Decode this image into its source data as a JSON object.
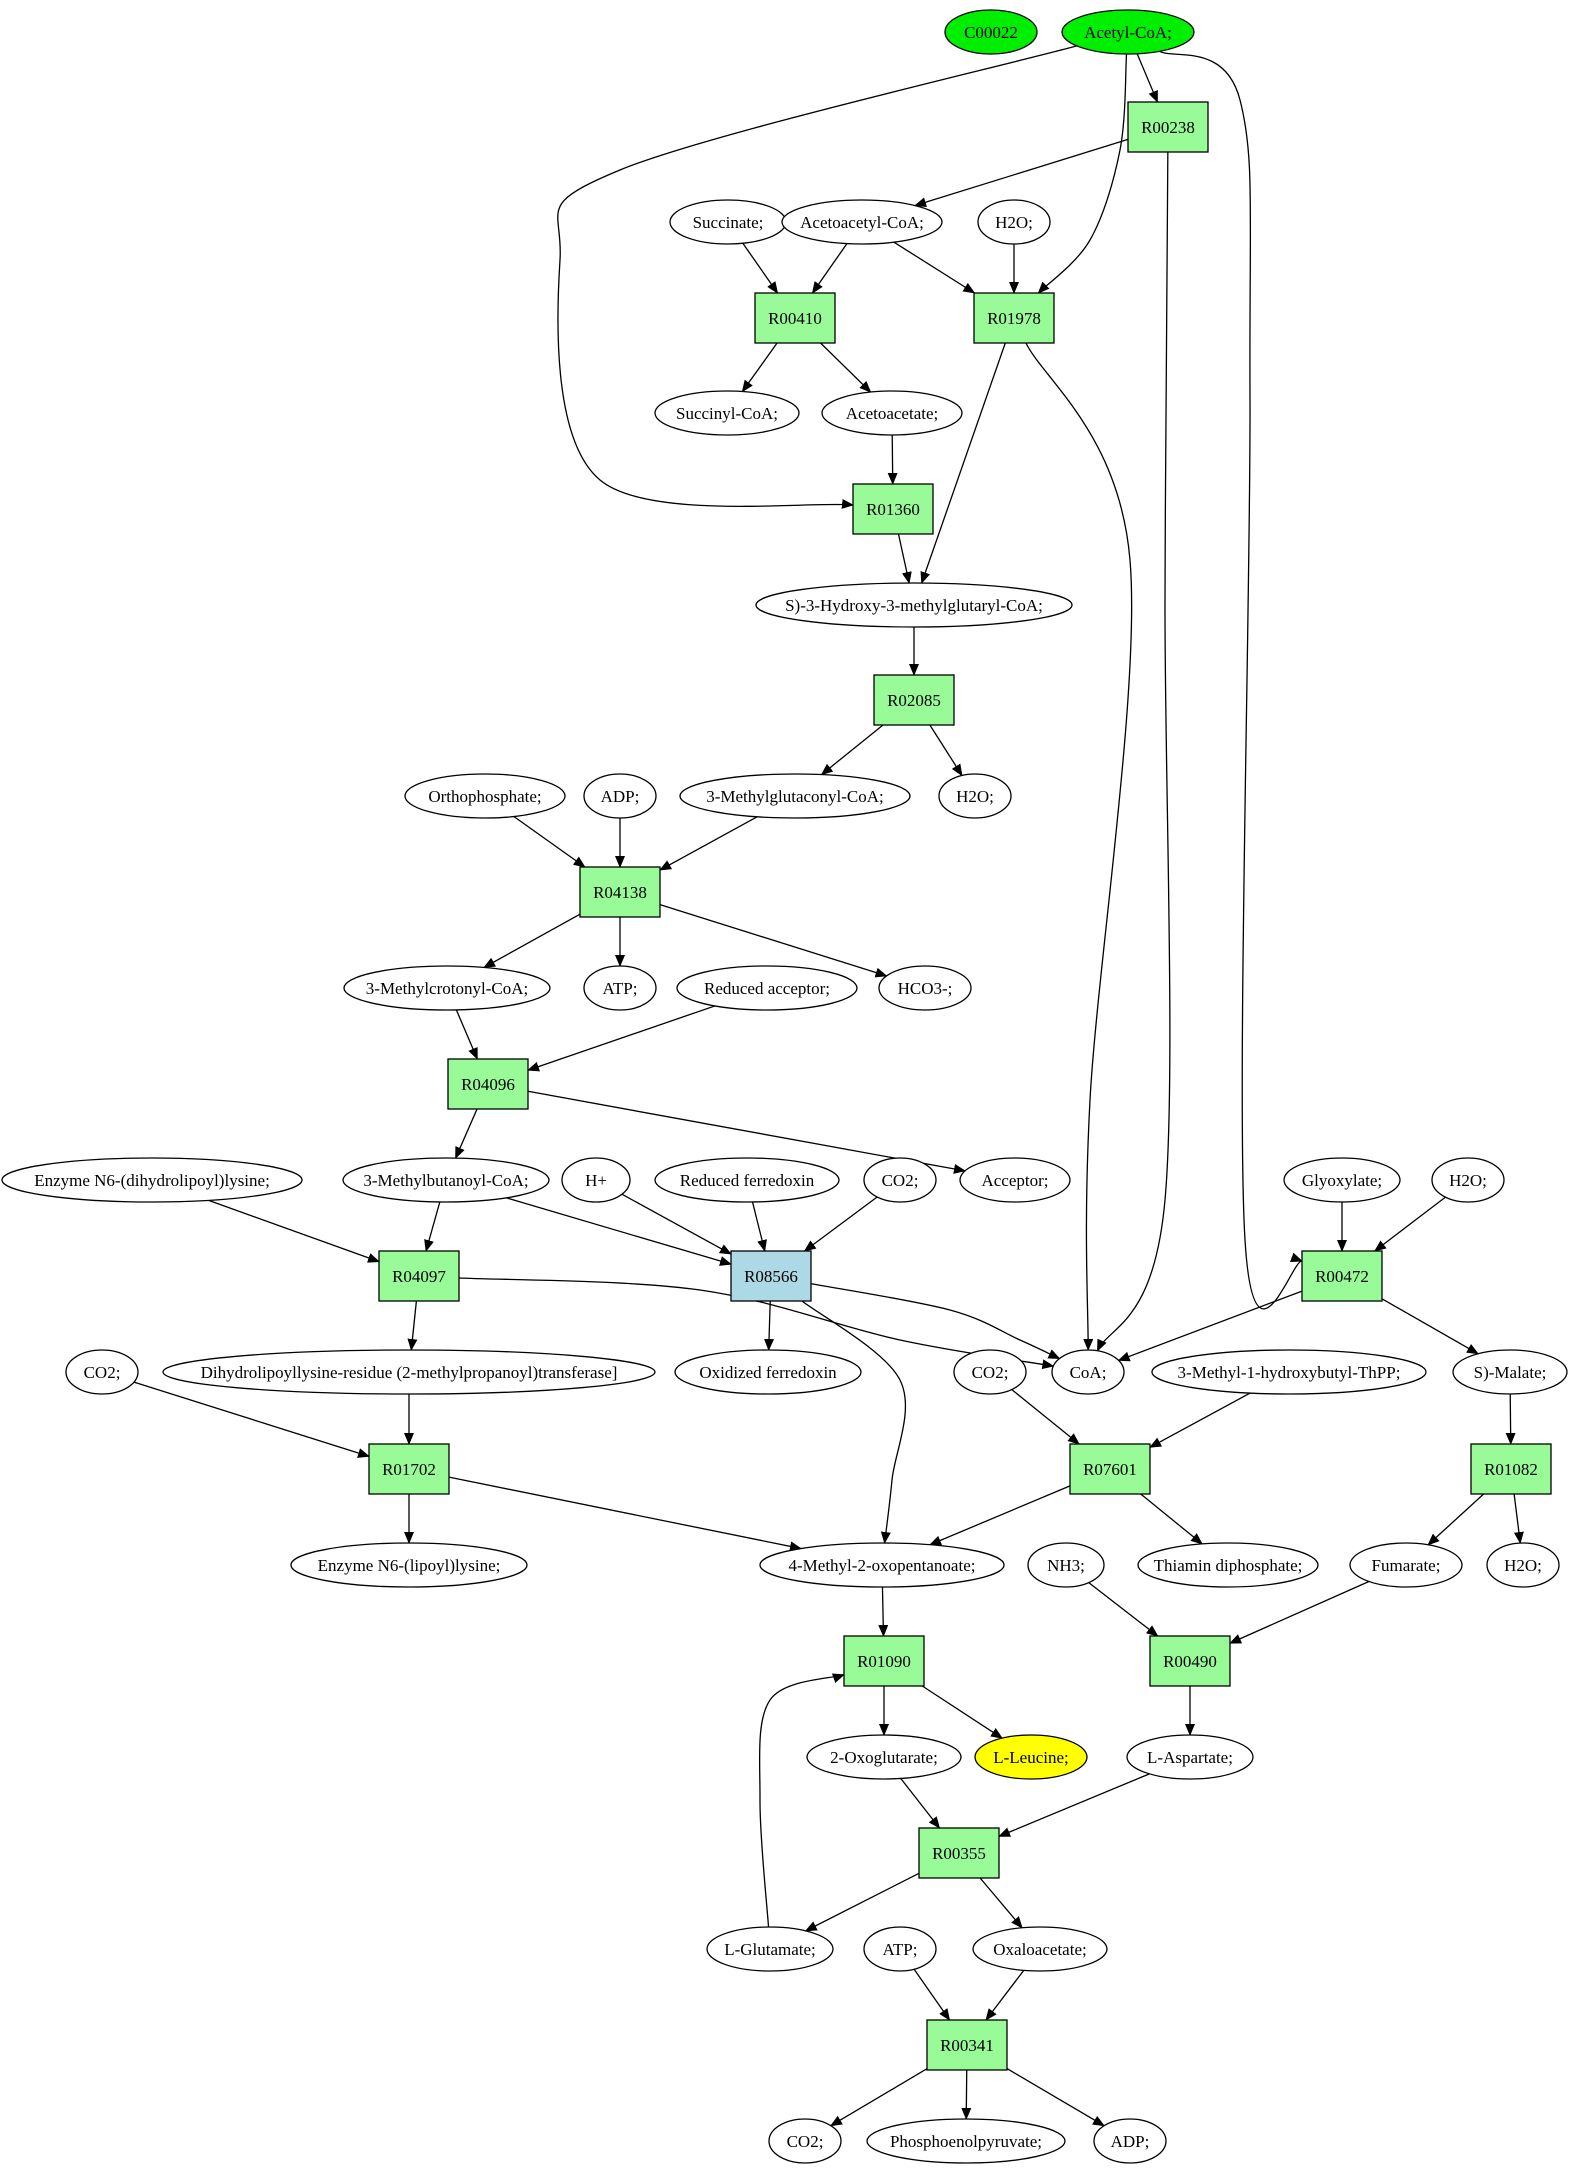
{
  "colors": {
    "compound": "#ffffff",
    "reaction": "#98fb98",
    "reaction_alt": "#add8e6",
    "start": "#00ee00",
    "target": "#ffff00",
    "stroke": "#000000"
  },
  "nodes": [
    {
      "id": "c00022",
      "label": "C00022",
      "kind": "start"
    },
    {
      "id": "acetylcoa",
      "label": "Acetyl-CoA;",
      "kind": "start"
    },
    {
      "id": "r00238",
      "label": "R00238",
      "kind": "reaction"
    },
    {
      "id": "succinate",
      "label": "Succinate;",
      "kind": "compound"
    },
    {
      "id": "acetoacetylcoa",
      "label": "Acetoacetyl-CoA;",
      "kind": "compound"
    },
    {
      "id": "h2o_a",
      "label": "H2O;",
      "kind": "compound"
    },
    {
      "id": "r00410",
      "label": "R00410",
      "kind": "reaction"
    },
    {
      "id": "r01978",
      "label": "R01978",
      "kind": "reaction"
    },
    {
      "id": "succinylcoa",
      "label": "Succinyl-CoA;",
      "kind": "compound"
    },
    {
      "id": "acetoacetate",
      "label": "Acetoacetate;",
      "kind": "compound"
    },
    {
      "id": "r01360",
      "label": "R01360",
      "kind": "reaction"
    },
    {
      "id": "hmgcoa",
      "label": "S)-3-Hydroxy-3-methylglutaryl-CoA;",
      "kind": "compound"
    },
    {
      "id": "r02085",
      "label": "R02085",
      "kind": "reaction"
    },
    {
      "id": "orthophosphate",
      "label": "Orthophosphate;",
      "kind": "compound"
    },
    {
      "id": "adp_a",
      "label": "ADP;",
      "kind": "compound"
    },
    {
      "id": "methylglutaconylcoa",
      "label": "3-Methylglutaconyl-CoA;",
      "kind": "compound"
    },
    {
      "id": "h2o_b",
      "label": "H2O;",
      "kind": "compound"
    },
    {
      "id": "r04138",
      "label": "R04138",
      "kind": "reaction"
    },
    {
      "id": "methylcrotonylcoa",
      "label": "3-Methylcrotonyl-CoA;",
      "kind": "compound"
    },
    {
      "id": "atp_a",
      "label": "ATP;",
      "kind": "compound"
    },
    {
      "id": "reducedacceptor",
      "label": "Reduced acceptor;",
      "kind": "compound"
    },
    {
      "id": "hco3",
      "label": "HCO3-;",
      "kind": "compound"
    },
    {
      "id": "r04096",
      "label": "R04096",
      "kind": "reaction"
    },
    {
      "id": "enzymedihydro",
      "label": "Enzyme N6-(dihydrolipoyl)lysine;",
      "kind": "compound"
    },
    {
      "id": "methylbutanoylcoa",
      "label": "3-Methylbutanoyl-CoA;",
      "kind": "compound"
    },
    {
      "id": "hplus",
      "label": "H+",
      "kind": "compound"
    },
    {
      "id": "reducedferredoxin",
      "label": "Reduced ferredoxin",
      "kind": "compound"
    },
    {
      "id": "co2_a",
      "label": "CO2;",
      "kind": "compound"
    },
    {
      "id": "acceptor",
      "label": "Acceptor;",
      "kind": "compound"
    },
    {
      "id": "glyoxylate",
      "label": "Glyoxylate;",
      "kind": "compound"
    },
    {
      "id": "h2o_c",
      "label": "H2O;",
      "kind": "compound"
    },
    {
      "id": "r04097",
      "label": "R04097",
      "kind": "reaction"
    },
    {
      "id": "r08566",
      "label": "R08566",
      "kind": "reaction_alt"
    },
    {
      "id": "r00472",
      "label": "R00472",
      "kind": "reaction"
    },
    {
      "id": "co2_b",
      "label": "CO2;",
      "kind": "compound"
    },
    {
      "id": "dihydrolipoyllysine",
      "label": "Dihydrolipoyllysine-residue (2-methylpropanoyl)transferase]",
      "kind": "compound"
    },
    {
      "id": "oxidizedferredoxin",
      "label": "Oxidized ferredoxin",
      "kind": "compound"
    },
    {
      "id": "co2_c",
      "label": "CO2;",
      "kind": "compound"
    },
    {
      "id": "coa",
      "label": "CoA;",
      "kind": "compound"
    },
    {
      "id": "methylhydroxybutylthpp",
      "label": "3-Methyl-1-hydroxybutyl-ThPP;",
      "kind": "compound"
    },
    {
      "id": "smalate",
      "label": "S)-Malate;",
      "kind": "compound"
    },
    {
      "id": "r01702",
      "label": "R01702",
      "kind": "reaction"
    },
    {
      "id": "r07601",
      "label": "R07601",
      "kind": "reaction"
    },
    {
      "id": "r01082",
      "label": "R01082",
      "kind": "reaction"
    },
    {
      "id": "enzymelipoyl",
      "label": "Enzyme N6-(lipoyl)lysine;",
      "kind": "compound"
    },
    {
      "id": "methyloxopentanoate",
      "label": "4-Methyl-2-oxopentanoate;",
      "kind": "compound"
    },
    {
      "id": "nh3",
      "label": "NH3;",
      "kind": "compound"
    },
    {
      "id": "thiamindiphosphate",
      "label": "Thiamin diphosphate;",
      "kind": "compound"
    },
    {
      "id": "fumarate",
      "label": "Fumarate;",
      "kind": "compound"
    },
    {
      "id": "h2o_d",
      "label": "H2O;",
      "kind": "compound"
    },
    {
      "id": "r01090",
      "label": "R01090",
      "kind": "reaction"
    },
    {
      "id": "r00490",
      "label": "R00490",
      "kind": "reaction"
    },
    {
      "id": "oxoglutarate",
      "label": "2-Oxoglutarate;",
      "kind": "compound"
    },
    {
      "id": "leucine",
      "label": "L-Leucine;",
      "kind": "target"
    },
    {
      "id": "aspartate",
      "label": "L-Aspartate;",
      "kind": "compound"
    },
    {
      "id": "r00355",
      "label": "R00355",
      "kind": "reaction"
    },
    {
      "id": "glutamate",
      "label": "L-Glutamate;",
      "kind": "compound"
    },
    {
      "id": "atp_b",
      "label": "ATP;",
      "kind": "compound"
    },
    {
      "id": "oxaloacetate",
      "label": "Oxaloacetate;",
      "kind": "compound"
    },
    {
      "id": "r00341",
      "label": "R00341",
      "kind": "reaction"
    },
    {
      "id": "co2_d",
      "label": "CO2;",
      "kind": "compound"
    },
    {
      "id": "phosphoenolpyruvate",
      "label": "Phosphoenolpyruvate;",
      "kind": "compound"
    },
    {
      "id": "adp_b",
      "label": "ADP;",
      "kind": "compound"
    }
  ],
  "edges": [
    {
      "from": "acetylcoa",
      "to": "r00238"
    },
    {
      "from": "acetylcoa",
      "to": "r01978"
    },
    {
      "from": "acetylcoa",
      "to": "r01360"
    },
    {
      "from": "acetylcoa",
      "to": "r00472"
    },
    {
      "from": "r00238",
      "to": "acetoacetylcoa"
    },
    {
      "from": "r00238",
      "to": "coa"
    },
    {
      "from": "succinate",
      "to": "r00410"
    },
    {
      "from": "acetoacetylcoa",
      "to": "r00410"
    },
    {
      "from": "acetoacetylcoa",
      "to": "r01978"
    },
    {
      "from": "h2o_a",
      "to": "r01978"
    },
    {
      "from": "r00410",
      "to": "succinylcoa"
    },
    {
      "from": "r00410",
      "to": "acetoacetate"
    },
    {
      "from": "r01978",
      "to": "hmgcoa"
    },
    {
      "from": "r01978",
      "to": "coa"
    },
    {
      "from": "acetoacetate",
      "to": "r01360"
    },
    {
      "from": "r01360",
      "to": "hmgcoa"
    },
    {
      "from": "hmgcoa",
      "to": "r02085"
    },
    {
      "from": "r02085",
      "to": "methylglutaconylcoa"
    },
    {
      "from": "r02085",
      "to": "h2o_b"
    },
    {
      "from": "orthophosphate",
      "to": "r04138"
    },
    {
      "from": "adp_a",
      "to": "r04138"
    },
    {
      "from": "methylglutaconylcoa",
      "to": "r04138"
    },
    {
      "from": "r04138",
      "to": "methylcrotonylcoa"
    },
    {
      "from": "r04138",
      "to": "atp_a"
    },
    {
      "from": "r04138",
      "to": "hco3"
    },
    {
      "from": "methylcrotonylcoa",
      "to": "r04096"
    },
    {
      "from": "reducedacceptor",
      "to": "r04096"
    },
    {
      "from": "r04096",
      "to": "methylbutanoylcoa"
    },
    {
      "from": "r04096",
      "to": "acceptor"
    },
    {
      "from": "enzymedihydro",
      "to": "r04097"
    },
    {
      "from": "methylbutanoylcoa",
      "to": "r04097"
    },
    {
      "from": "methylbutanoylcoa",
      "to": "r08566"
    },
    {
      "from": "hplus",
      "to": "r08566"
    },
    {
      "from": "reducedferredoxin",
      "to": "r08566"
    },
    {
      "from": "co2_a",
      "to": "r08566"
    },
    {
      "from": "glyoxylate",
      "to": "r00472"
    },
    {
      "from": "h2o_c",
      "to": "r00472"
    },
    {
      "from": "r04097",
      "to": "dihydrolipoyllysine"
    },
    {
      "from": "r04097",
      "to": "coa"
    },
    {
      "from": "r08566",
      "to": "oxidizedferredoxin"
    },
    {
      "from": "r08566",
      "to": "coa"
    },
    {
      "from": "r08566",
      "to": "methyloxopentanoate"
    },
    {
      "from": "r00472",
      "to": "coa"
    },
    {
      "from": "r00472",
      "to": "smalate"
    },
    {
      "from": "co2_b",
      "to": "r01702"
    },
    {
      "from": "dihydrolipoyllysine",
      "to": "r01702"
    },
    {
      "from": "co2_c",
      "to": "r07601"
    },
    {
      "from": "methylhydroxybutylthpp",
      "to": "r07601"
    },
    {
      "from": "smalate",
      "to": "r01082"
    },
    {
      "from": "r01702",
      "to": "enzymelipoyl"
    },
    {
      "from": "r01702",
      "to": "methyloxopentanoate"
    },
    {
      "from": "r07601",
      "to": "methyloxopentanoate"
    },
    {
      "from": "r07601",
      "to": "thiamindiphosphate"
    },
    {
      "from": "r01082",
      "to": "fumarate"
    },
    {
      "from": "r01082",
      "to": "h2o_d"
    },
    {
      "from": "methyloxopentanoate",
      "to": "r01090"
    },
    {
      "from": "nh3",
      "to": "r00490"
    },
    {
      "from": "fumarate",
      "to": "r00490"
    },
    {
      "from": "r01090",
      "to": "oxoglutarate"
    },
    {
      "from": "r01090",
      "to": "leucine"
    },
    {
      "from": "r00490",
      "to": "aspartate"
    },
    {
      "from": "oxoglutarate",
      "to": "r00355"
    },
    {
      "from": "aspartate",
      "to": "r00355"
    },
    {
      "from": "r00355",
      "to": "glutamate"
    },
    {
      "from": "r00355",
      "to": "oxaloacetate"
    },
    {
      "from": "glutamate",
      "to": "r01090"
    },
    {
      "from": "atp_b",
      "to": "r00341"
    },
    {
      "from": "oxaloacetate",
      "to": "r00341"
    },
    {
      "from": "r00341",
      "to": "co2_d"
    },
    {
      "from": "r00341",
      "to": "phosphoenolpyruvate"
    },
    {
      "from": "r00341",
      "to": "adp_b"
    }
  ]
}
